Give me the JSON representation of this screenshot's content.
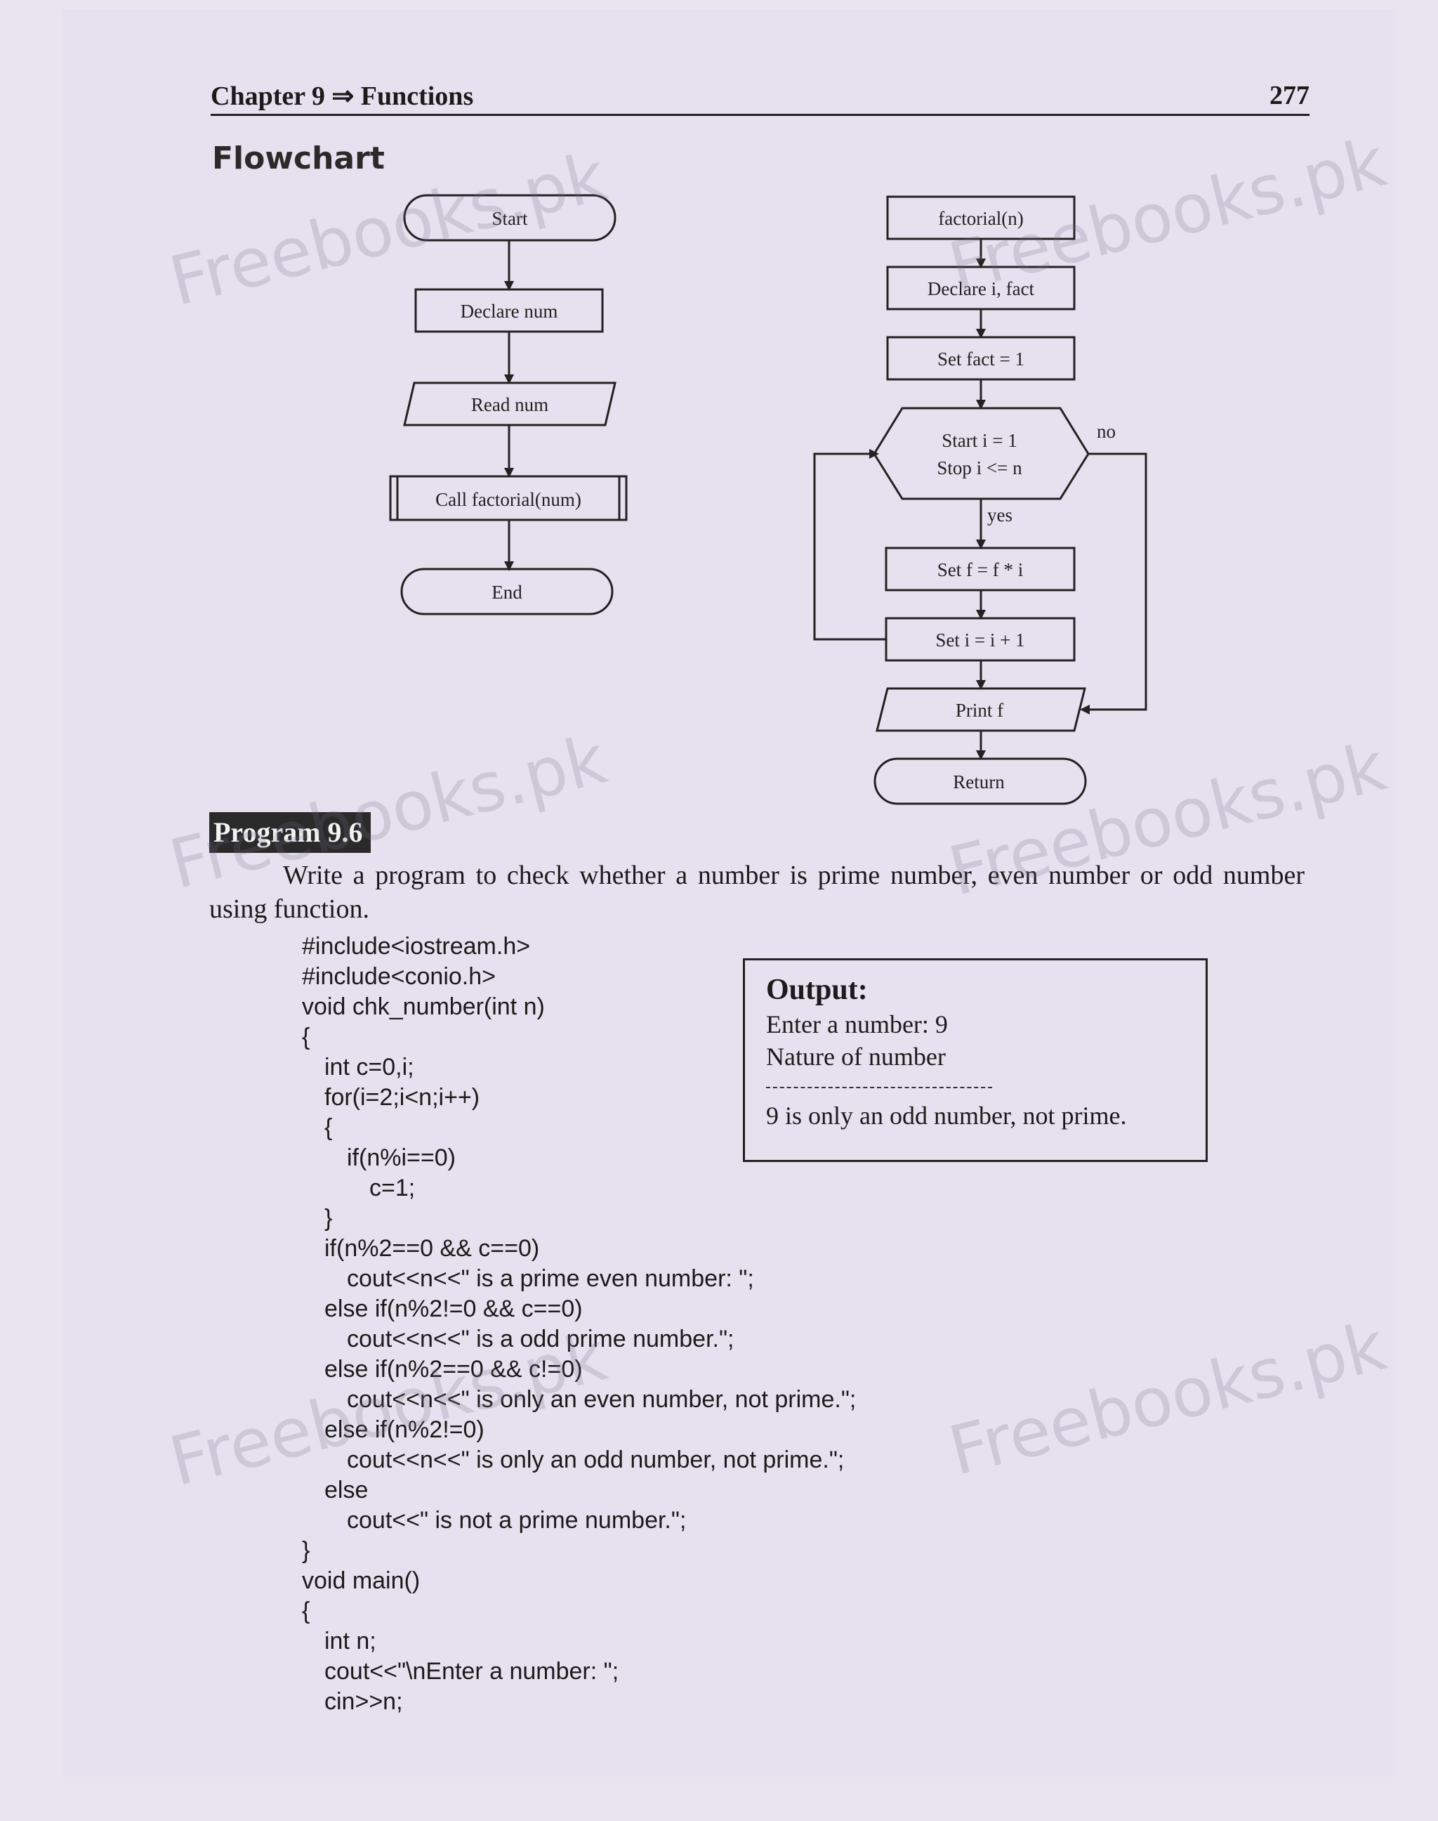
{
  "header": {
    "chapter": "Chapter 9 ⇒ Functions",
    "page_number": "277"
  },
  "flowchart": {
    "title": "Flowchart",
    "left": {
      "start": "Start",
      "declare": "Declare num",
      "read": "Read num",
      "call": "Call factorial(num)",
      "end": "End"
    },
    "right": {
      "func": "factorial(n)",
      "declare": "Declare i, fact",
      "set_fact": "Set fact = 1",
      "loop_line1": "Start i = 1",
      "loop_line2": "Stop i <= n",
      "no_label": "no",
      "yes_label": "yes",
      "set_f": "Set f = f * i",
      "set_i": "Set i = i + 1",
      "print": "Print f",
      "return": "Return"
    }
  },
  "program": {
    "badge": "Program 9.6",
    "description": "Write a program to check whether a number is prime number, even number or odd number using function."
  },
  "code_lines": [
    "#include<iostream.h>",
    "#include<conio.h>",
    "void chk_number(int n)",
    "{",
    "  int c=0,i;",
    "  for(i=2;i<n;i++)",
    "  {",
    "    if(n%i==0)",
    "      c=1;",
    "  }",
    "  if(n%2==0 && c==0)",
    "    cout<<n<<\" is a prime even number: \";",
    "  else if(n%2!=0 && c==0)",
    "    cout<<n<<\" is a odd prime number.\";",
    "  else if(n%2==0 && c!=0)",
    "    cout<<n<<\" is only an even number, not prime.\";",
    "  else if(n%2!=0)",
    "    cout<<n<<\" is only an odd number, not prime.\";",
    "  else",
    "    cout<<\" is not a prime number.\";",
    "}",
    "void main()",
    "{",
    "  int n;",
    "  cout<<\"\\nEnter a number: \";",
    "  cin>>n;"
  ],
  "output": {
    "title": "Output:",
    "line1": "Enter a number: 9",
    "line2": "Nature of number",
    "line3": "9 is only an odd number, not prime."
  },
  "watermark": "Freebooks.pk"
}
